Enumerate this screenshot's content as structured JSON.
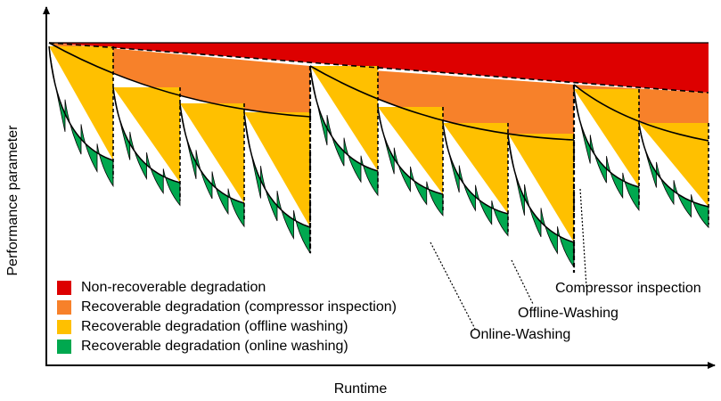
{
  "axes": {
    "x_title": "Runtime",
    "y_title": "Performance parameter"
  },
  "legend": [
    {
      "label": "Non-recoverable degradation",
      "color": "#dd0000"
    },
    {
      "label": "Recoverable degradation (compressor inspection)",
      "color": "#f7812a"
    },
    {
      "label": "Recoverable degradation (offline washing)",
      "color": "#ffc000"
    },
    {
      "label": "Recoverable degradation (online washing)",
      "color": "#00a84f"
    }
  ],
  "annotations": {
    "compressor_inspection": "Compressor inspection",
    "offline_washing": "Offline-Washing",
    "online_washing": "Online-Washing"
  },
  "colors": {
    "non_recoverable": "#dd0000",
    "compressor": "#f7812a",
    "offline": "#ffc000",
    "online": "#00a84f",
    "line": "#000000"
  }
}
